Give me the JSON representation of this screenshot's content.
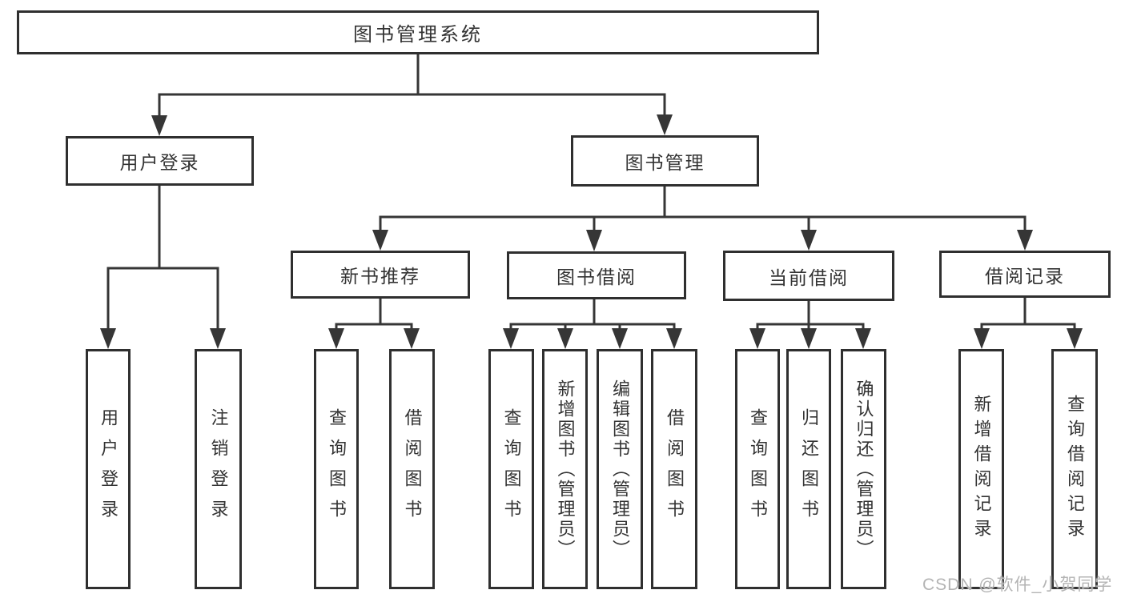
{
  "colors": {
    "background": "#ffffff",
    "line": "#363636",
    "box_border": "#2f2f2f",
    "text": "#333333",
    "watermark": "#b4b4b4"
  },
  "watermark": {
    "text": "CSDN @软件_小贺同学"
  },
  "tree": {
    "root": {
      "label": "图书管理系统"
    },
    "branches": [
      {
        "label": "用户登录",
        "children": [
          {
            "label": "用户登录"
          },
          {
            "label": "注销登录"
          }
        ]
      },
      {
        "label": "图书管理",
        "children": [
          {
            "label": "新书推荐",
            "children": [
              {
                "label": "查询图书"
              },
              {
                "label": "借阅图书"
              }
            ]
          },
          {
            "label": "图书借阅",
            "children": [
              {
                "label": "查询图书"
              },
              {
                "label": "新增图书（管理员）"
              },
              {
                "label": "编辑图书（管理员）"
              },
              {
                "label": "借阅图书"
              }
            ]
          },
          {
            "label": "当前借阅",
            "children": [
              {
                "label": "查询图书"
              },
              {
                "label": "归还图书"
              },
              {
                "label": "确认归还（管理员）"
              }
            ]
          },
          {
            "label": "借阅记录",
            "children": [
              {
                "label": "新增借阅记录"
              },
              {
                "label": "查询借阅记录"
              }
            ]
          }
        ]
      }
    ]
  }
}
